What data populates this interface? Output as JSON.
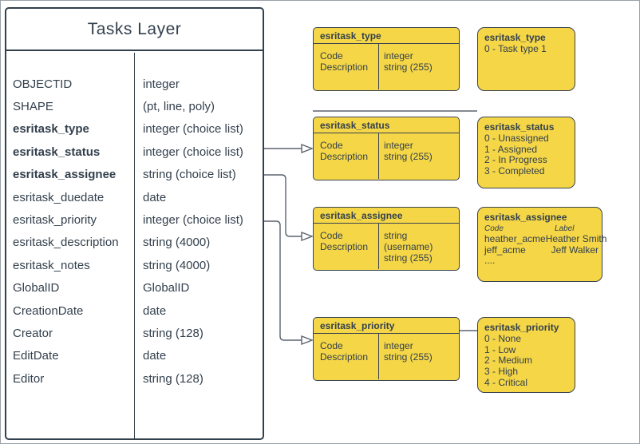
{
  "colors": {
    "domain_fill": "#f5d647",
    "domain_border": "#3a4450",
    "table_border": "#32404c",
    "text": "#33404d",
    "connector": "#5b6470"
  },
  "main_table": {
    "title": "Tasks Layer",
    "rows": [
      {
        "field": "OBJECTID",
        "type": "integer",
        "bold": false
      },
      {
        "field": "SHAPE",
        "type": "(pt, line, poly)",
        "bold": false
      },
      {
        "field": "esritask_type",
        "type": "integer (choice list)",
        "bold": true
      },
      {
        "field": "esritask_status",
        "type": "integer (choice list)",
        "bold": true
      },
      {
        "field": "esritask_assignee",
        "type": "string (choice list)",
        "bold": true
      },
      {
        "field": "esritask_duedate",
        "type": "date",
        "bold": false
      },
      {
        "field": "esritask_priority",
        "type": "integer (choice list)",
        "bold": false
      },
      {
        "field": "esritask_description",
        "type": "string (4000)",
        "bold": false
      },
      {
        "field": "esritask_notes",
        "type": "string (4000)",
        "bold": false
      },
      {
        "field": "GlobalID",
        "type": "GlobalID",
        "bold": false
      },
      {
        "field": "CreationDate",
        "type": "date",
        "bold": false
      },
      {
        "field": "Creator",
        "type": "string (128)",
        "bold": false
      },
      {
        "field": "EditDate",
        "type": "date",
        "bold": false
      },
      {
        "field": "Editor",
        "type": "string (128)",
        "bold": false
      }
    ]
  },
  "domain_tables": [
    {
      "title": "esritask_type",
      "field_labels": [
        "Code",
        "Description"
      ],
      "field_types": [
        "integer",
        "string (255)"
      ]
    },
    {
      "title": "esritask_status",
      "field_labels": [
        "Code",
        "Description"
      ],
      "field_types": [
        "integer",
        "string (255)"
      ]
    },
    {
      "title": "esritask_assignee",
      "field_labels": [
        "Code",
        "Description"
      ],
      "field_types": [
        "string  (username)",
        "string (255)"
      ]
    },
    {
      "title": "esritask_priority",
      "field_labels": [
        "Code",
        "Description"
      ],
      "field_types": [
        "integer",
        "string (255)"
      ]
    }
  ],
  "value_lists": [
    {
      "title": "esritask_type",
      "items": [
        "0 - Task type 1"
      ]
    },
    {
      "title": "esritask_status",
      "items": [
        "0 - Unassigned",
        "1 - Assigned",
        "2 - In Progress",
        "3 - Completed"
      ]
    },
    {
      "title": "esritask_assignee",
      "columns": [
        "Code",
        "Label"
      ],
      "pairs": [
        [
          "heather_acme",
          "Heather Smith"
        ],
        [
          "jeff_acme",
          "Jeff Walker"
        ]
      ],
      "ellipsis": "...."
    },
    {
      "title": "esritask_priority",
      "items": [
        "0 - None",
        "1 - Low",
        "2 - Medium",
        "3 - High",
        "4 - Critical"
      ]
    }
  ]
}
